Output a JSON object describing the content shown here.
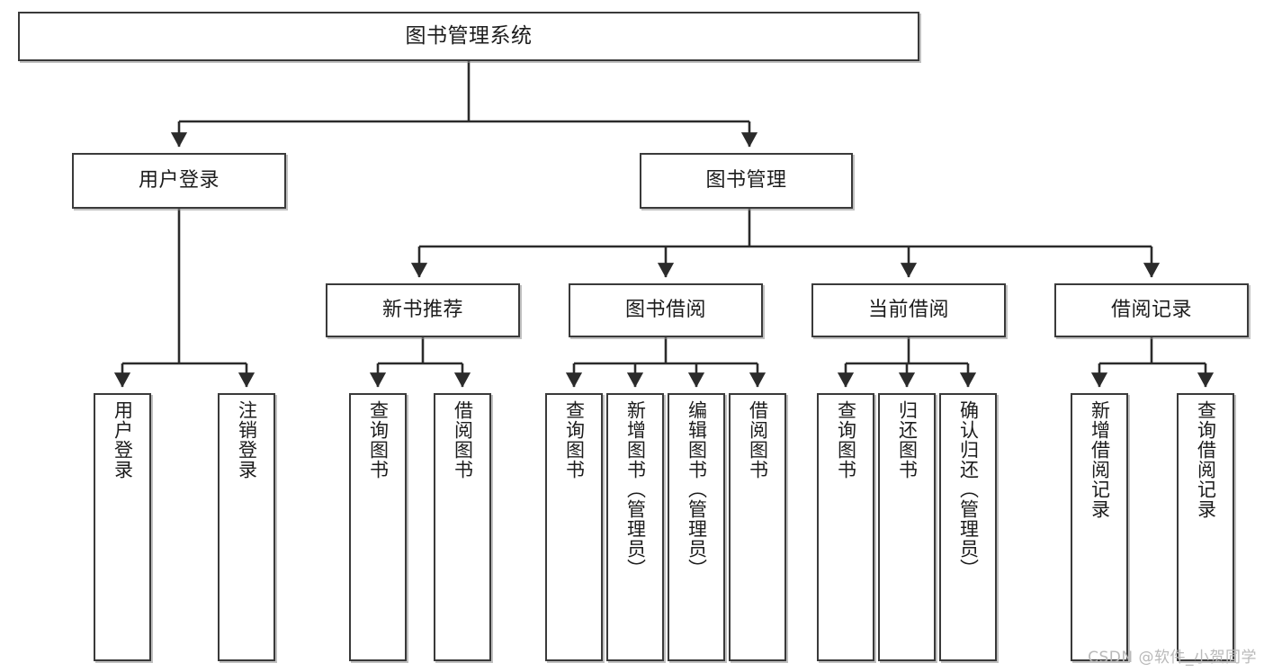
{
  "diagram": {
    "title": "图书管理系统",
    "type": "hierarchy-tree",
    "watermark": "CSDN @软件_小贺同学",
    "colors": {
      "box_border": "#3a3a3a",
      "box_fill": "#ffffff",
      "connector": "#2b2b2b",
      "text": "#1c1c1c",
      "watermark": "#b9b9b9"
    },
    "nodes": {
      "root": {
        "label": "图书管理系统"
      },
      "level2": [
        {
          "id": "user-login",
          "label": "用户登录"
        },
        {
          "id": "book-manage",
          "label": "图书管理"
        }
      ],
      "level3": [
        {
          "id": "new-book-recommend",
          "label": "新书推荐"
        },
        {
          "id": "book-borrow",
          "label": "图书借阅"
        },
        {
          "id": "current-borrow",
          "label": "当前借阅"
        },
        {
          "id": "borrow-record",
          "label": "借阅记录"
        }
      ],
      "leaves": {
        "user-login": [
          {
            "id": "leaf-user-login",
            "label": "用户登录"
          },
          {
            "id": "leaf-user-logout",
            "label": "注销登录"
          }
        ],
        "new-book-recommend": [
          {
            "id": "leaf-query-book-1",
            "label": "查询图书"
          },
          {
            "id": "leaf-borrow-book-1",
            "label": "借阅图书"
          }
        ],
        "book-borrow": [
          {
            "id": "leaf-query-book-2",
            "label": "查询图书"
          },
          {
            "id": "leaf-add-book",
            "label": "新增图书（管理员）"
          },
          {
            "id": "leaf-edit-book",
            "label": "编辑图书（管理员）"
          },
          {
            "id": "leaf-borrow-book-2",
            "label": "借阅图书"
          }
        ],
        "current-borrow": [
          {
            "id": "leaf-query-book-3",
            "label": "查询图书"
          },
          {
            "id": "leaf-return-book",
            "label": "归还图书"
          },
          {
            "id": "leaf-confirm-return",
            "label": "确认归还（管理员）"
          }
        ],
        "borrow-record": [
          {
            "id": "leaf-add-record",
            "label": "新增借阅记录"
          },
          {
            "id": "leaf-query-record",
            "label": "查询借阅记录"
          }
        ]
      }
    }
  }
}
